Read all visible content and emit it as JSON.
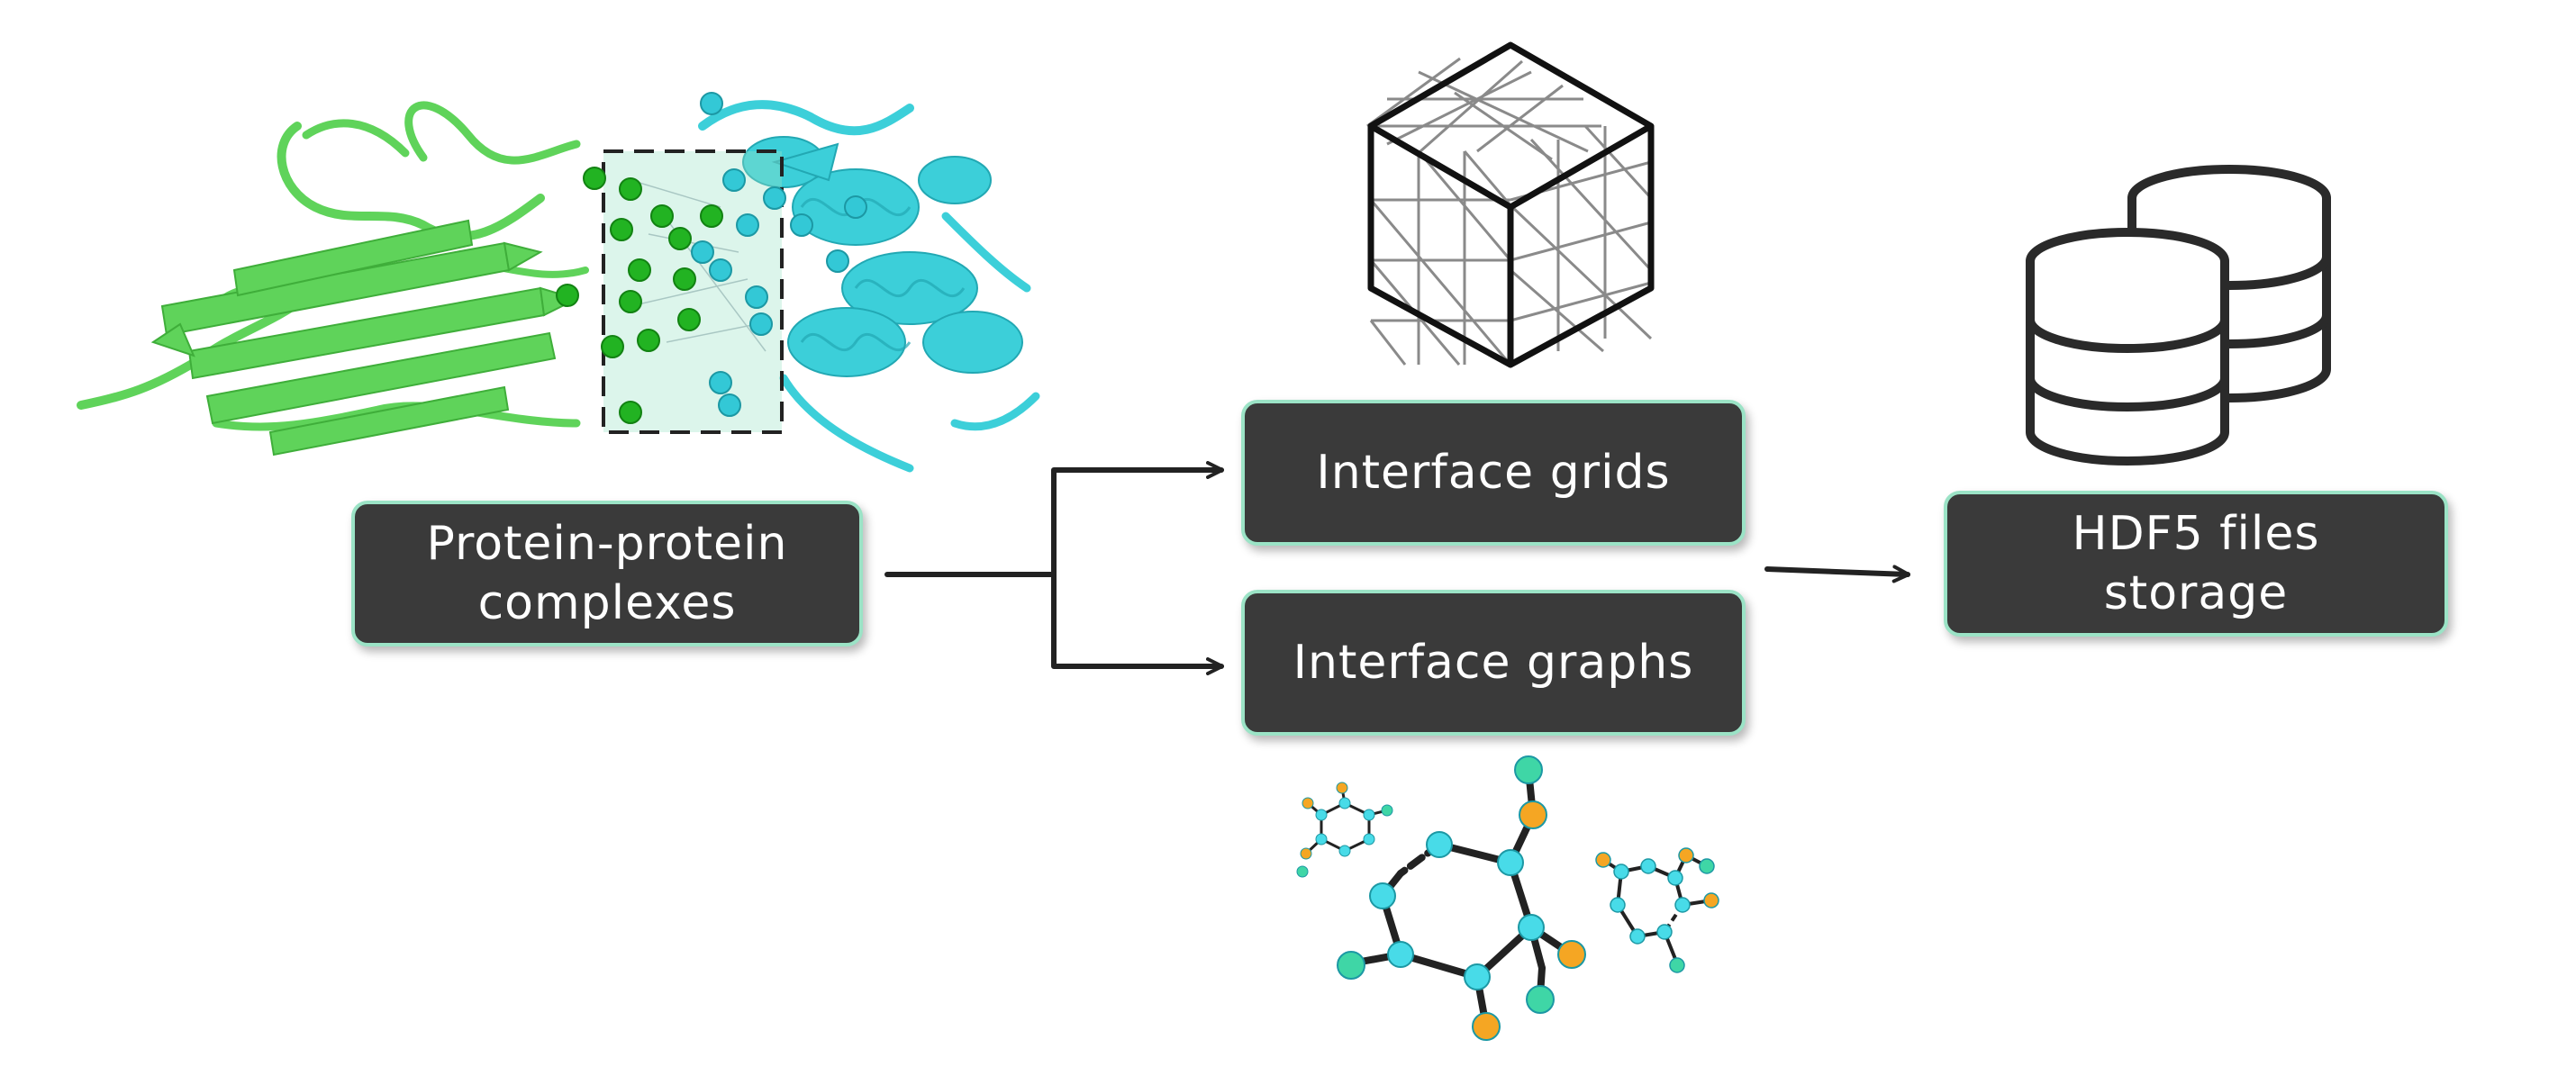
{
  "nodes": {
    "complexes": {
      "label": "Protein-protein\ncomplexes"
    },
    "grids": {
      "label": "Interface grids"
    },
    "graphs": {
      "label": "Interface graphs"
    },
    "storage": {
      "label": "HDF5 files\nstorage"
    }
  },
  "colors": {
    "box_fill": "#3a3a3a",
    "box_border": "#9be3c6",
    "arrow": "#222222",
    "protein_chain_a": "#5fd35a",
    "protein_chain_b": "#3ccfd9",
    "atom_cyan": "#48dbe8",
    "atom_orange": "#f5a623",
    "atom_teal": "#3fd6a6"
  },
  "icons": {
    "protein": "protein-complex-icon",
    "grid": "grid-cube-icon",
    "database": "database-icon",
    "graph": "molecular-graph-icon"
  }
}
